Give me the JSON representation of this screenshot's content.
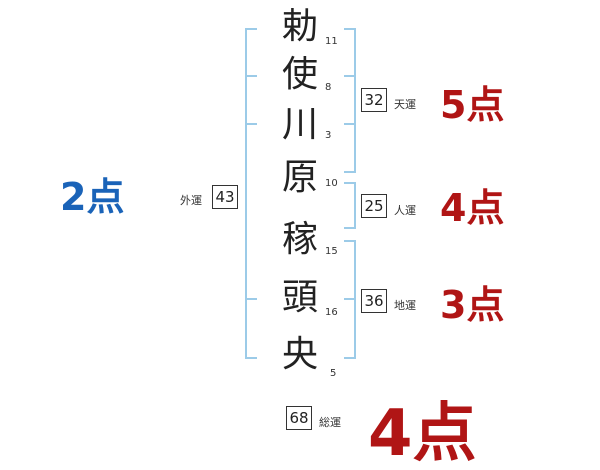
{
  "characters": [
    {
      "char": "勅",
      "strokes": "11"
    },
    {
      "char": "使",
      "strokes": "8"
    },
    {
      "char": "川",
      "strokes": "3"
    },
    {
      "char": "原",
      "strokes": "10"
    },
    {
      "char": "稼",
      "strokes": "15"
    },
    {
      "char": "頭",
      "strokes": "16"
    },
    {
      "char": "央",
      "strokes": "5"
    }
  ],
  "fortunes": {
    "tenun": {
      "label": "天運",
      "value": "32",
      "score": "5点"
    },
    "jinun": {
      "label": "人運",
      "value": "25",
      "score": "4点"
    },
    "chiun": {
      "label": "地運",
      "value": "36",
      "score": "3点"
    },
    "gaiun": {
      "label": "外運",
      "value": "43",
      "score": "2点"
    },
    "soun": {
      "label": "総運",
      "value": "68",
      "score": "4点"
    }
  },
  "colors": {
    "bracket": "#9ccbe8",
    "red": "#b01515",
    "blue": "#1a63b8"
  }
}
